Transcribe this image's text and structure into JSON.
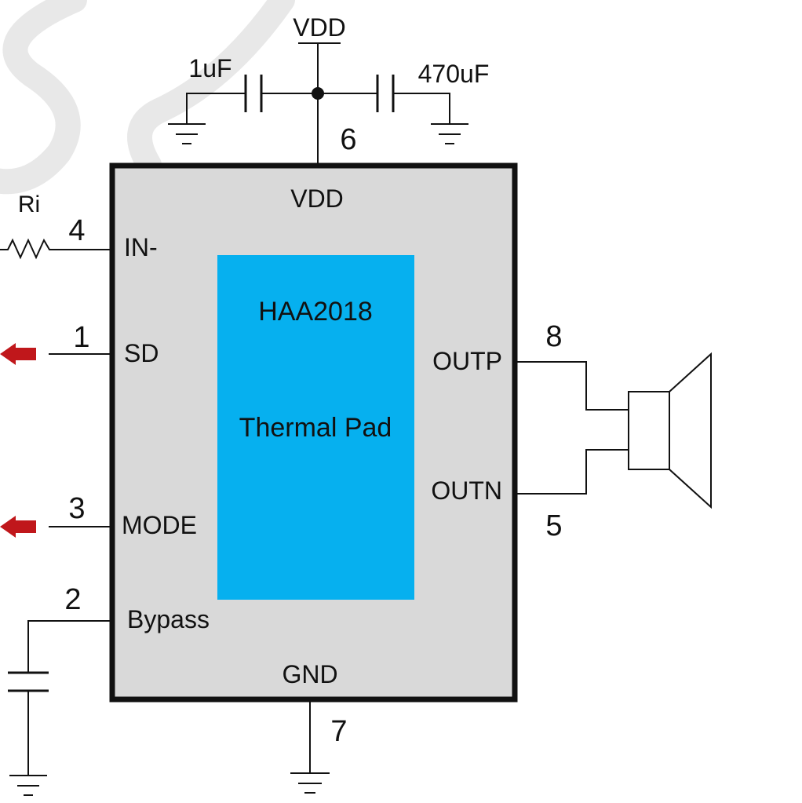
{
  "chip": {
    "name": "HAA2018",
    "pad_label": "Thermal Pad",
    "body_color": "#d9d9d9",
    "pad_color": "#06b0ef",
    "pins": {
      "vdd": {
        "label": "VDD",
        "number": "6"
      },
      "in_minus": {
        "label": "IN-",
        "number": "4"
      },
      "sd": {
        "label": "SD",
        "number": "1"
      },
      "mode": {
        "label": "MODE",
        "number": "3"
      },
      "bypass": {
        "label": "Bypass",
        "number": "2"
      },
      "gnd": {
        "label": "GND",
        "number": "7"
      },
      "outp": {
        "label": "OUTP",
        "number": "8"
      },
      "outn": {
        "label": "OUTN",
        "number": "5"
      }
    }
  },
  "supply": {
    "label": "VDD"
  },
  "capacitors": {
    "left": "1uF",
    "right": "470uF"
  },
  "resistor": {
    "label": "Ri"
  },
  "colors": {
    "arrow": "#c0171b",
    "watermark": "#e8e8e8"
  }
}
